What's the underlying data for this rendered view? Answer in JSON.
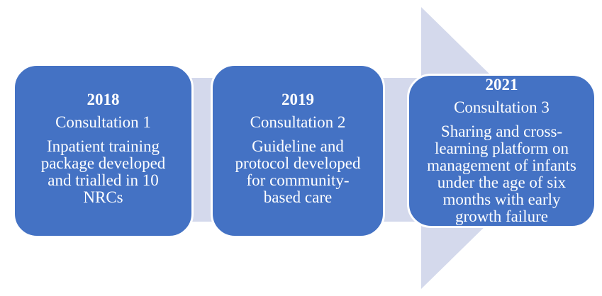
{
  "diagram": {
    "type": "timeline-process-arrow",
    "direction": "right",
    "colors": {
      "box_fill": "#4472C4",
      "arrow_fill": "#D4D9EC",
      "text": "#FFFFFF",
      "background": "#FFFFFF"
    },
    "milestones": [
      {
        "year": "2018",
        "label": "Consultation 1",
        "description": "Inpatient training\npackage developed\nand trialled in 10\nNRCs"
      },
      {
        "year": "2019",
        "label": "Consultation 2",
        "description": "Guideline and\nprotocol developed\nfor community-\nbased care"
      },
      {
        "year": "2021",
        "label": "Consultation 3",
        "description": "Sharing and cross-\nlearning platform on\nmanagement of infants\nunder the age of six\nmonths with early\ngrowth failure"
      }
    ]
  }
}
